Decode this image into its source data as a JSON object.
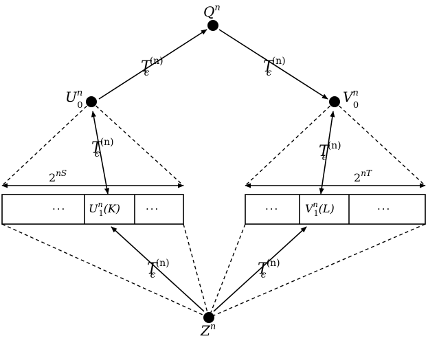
{
  "nodes": {
    "Q": {
      "base": "Q",
      "sup": "n"
    },
    "U0": {
      "base": "U",
      "sup": "n",
      "sub": "0"
    },
    "V0": {
      "base": "V",
      "sup": "n",
      "sub": "0"
    },
    "Z": {
      "base": "Z",
      "sup": "n"
    }
  },
  "edge_label": {
    "base": "T",
    "sub": "ϵ",
    "sup": "(n)"
  },
  "left_box": {
    "span_label": {
      "base": "2",
      "sup": "nS"
    },
    "cells": [
      "···",
      "U",
      "···"
    ],
    "mid": {
      "base": "U",
      "sup": "n",
      "sub": "1",
      "arg": "(K)"
    }
  },
  "right_box": {
    "span_label": {
      "base": "2",
      "sup": "nT"
    },
    "cells": [
      "···",
      "V",
      "···"
    ],
    "mid": {
      "base": "V",
      "sup": "n",
      "sub": "1",
      "arg": "(L)"
    }
  },
  "colors": {
    "ink": "#000000",
    "background": "#ffffff"
  }
}
